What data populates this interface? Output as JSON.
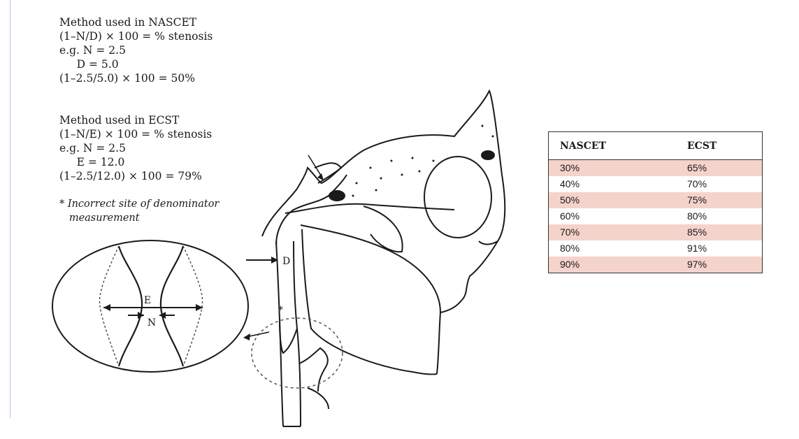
{
  "nascet_method": {
    "heading": "Method used in NASCET",
    "formula": "(1–N/D) × 100 = % stenosis",
    "example_n": "e.g. N = 2.5",
    "example_d": "     D = 5.0",
    "result": "(1–2.5/5.0) × 100 = 50%"
  },
  "ecst_method": {
    "heading": "Method used in ECST",
    "formula": "(1–N/E) × 100 = % stenosis",
    "example_n": "e.g. N = 2.5",
    "example_e": "     E = 12.0",
    "result": "(1–2.5/12.0) × 100 = 79%"
  },
  "note": {
    "line1": "* Incorrect site of denominator",
    "line2": "   measurement"
  },
  "diagram_labels": {
    "e": "E",
    "n": "N",
    "d": "D",
    "asterisk": "*"
  },
  "table": {
    "headers": [
      "NASCET",
      "ECST"
    ],
    "rows": [
      [
        "30%",
        "65%"
      ],
      [
        "40%",
        "70%"
      ],
      [
        "50%",
        "75%"
      ],
      [
        "60%",
        "80%"
      ],
      [
        "70%",
        "85%"
      ],
      [
        "80%",
        "91%"
      ],
      [
        "90%",
        "97%"
      ]
    ],
    "shade_color": "#f4d3cb"
  }
}
